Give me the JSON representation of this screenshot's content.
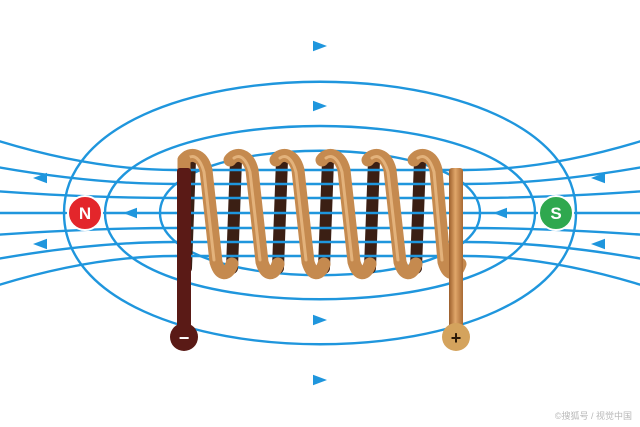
{
  "poles": {
    "north": {
      "label": "N",
      "color": "#e3262b"
    },
    "south": {
      "label": "S",
      "color": "#2fa84f"
    }
  },
  "terminals": {
    "negative": {
      "label": "−",
      "color": "#5a1a16",
      "text_color": "#ffffff"
    },
    "positive": {
      "label": "+",
      "color": "#d4a35d",
      "text_color": "#2b1a08"
    }
  },
  "colors": {
    "field_line": "#1f96dd",
    "coil_front": "#c58a4f",
    "coil_back": "#3b1f14"
  },
  "watermark": "©搜狐号 / 视觉中国"
}
